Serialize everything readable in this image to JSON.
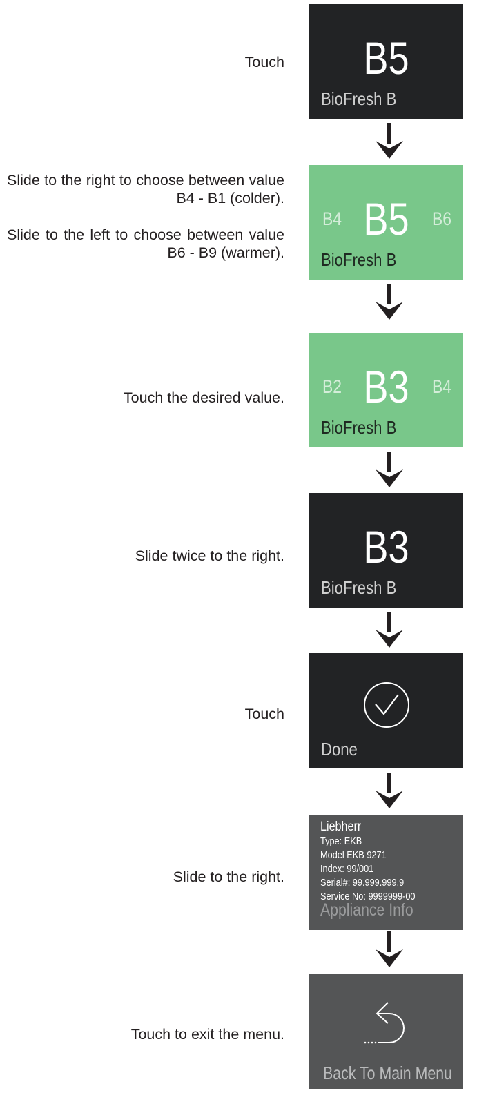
{
  "steps": [
    {
      "instruction": "Touch",
      "panel": {
        "value": "B5",
        "caption": "BioFresh B"
      }
    },
    {
      "instruction_lines": [
        "Slide to the right to choose between value B4 - B1 (colder).",
        "Slide to the left to choose between value B6 - B9 (warmer)."
      ],
      "panel": {
        "prev": "B4",
        "value": "B5",
        "next": "B6",
        "caption": "BioFresh B"
      }
    },
    {
      "instruction": "Touch the desired value.",
      "panel": {
        "prev": "B2",
        "value": "B3",
        "next": "B4",
        "caption": "BioFresh B"
      }
    },
    {
      "instruction": "Slide twice to the right.",
      "panel": {
        "value": "B3",
        "caption": "BioFresh B"
      }
    },
    {
      "instruction": "Touch",
      "panel": {
        "icon": "checkmark-circle-icon",
        "caption": "Done"
      }
    },
    {
      "instruction": "Slide to the right.",
      "panel": {
        "lines": [
          "Liebherr",
          "Type: EKB",
          "Model EKB 9271",
          "Index: 99/001",
          "Serial#: 99.999.999.9",
          "Service No: 9999999-00"
        ],
        "caption": "Appliance Info"
      }
    },
    {
      "instruction": "Touch to exit the menu.",
      "panel": {
        "icon": "back-arrow-icon",
        "caption": "Back To Main Menu"
      }
    }
  ],
  "arrow_icon": "down-arrow-icon",
  "colors": {
    "dark_panel": "#222325",
    "green_panel": "#79c78a",
    "grey_panel": "#545556",
    "text": "#231f20"
  }
}
